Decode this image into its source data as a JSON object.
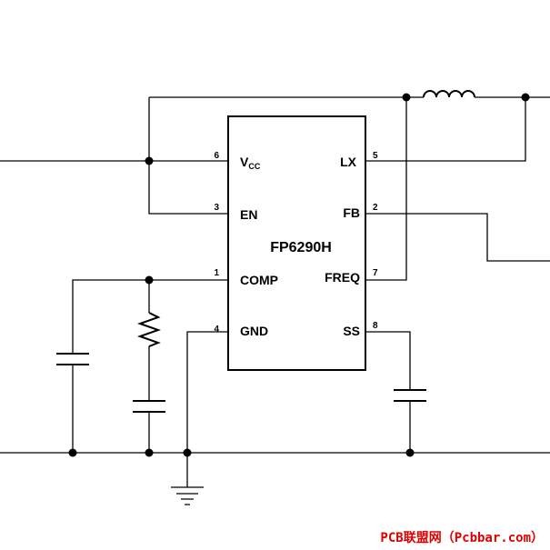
{
  "chip": {
    "name": "FP6290H",
    "pins": {
      "vcc": {
        "number": "6",
        "name_main": "V",
        "name_sub": "CC"
      },
      "en": {
        "number": "3",
        "name": "EN"
      },
      "comp": {
        "number": "1",
        "name": "COMP"
      },
      "gnd": {
        "number": "4",
        "name": "GND"
      },
      "lx": {
        "number": "5",
        "name": "LX"
      },
      "fb": {
        "number": "2",
        "name": "FB"
      },
      "freq": {
        "number": "7",
        "name": "FREQ"
      },
      "ss": {
        "number": "8",
        "name": "SS"
      }
    }
  },
  "watermark": "PCB联盟网（Pcbbar.com）",
  "colors": {
    "line": "#000000",
    "watermark": "#e00000"
  }
}
